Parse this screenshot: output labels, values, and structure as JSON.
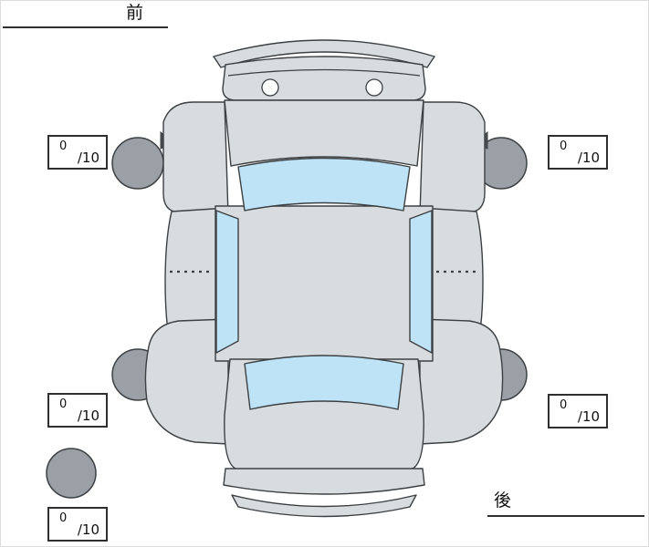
{
  "labels": {
    "front": "前",
    "rear": "後"
  },
  "scores": {
    "front_left": {
      "value": "0",
      "max": "/10"
    },
    "front_right": {
      "value": "0",
      "max": "/10"
    },
    "rear_left": {
      "value": "0",
      "max": "/10"
    },
    "rear_right": {
      "value": "0",
      "max": "/10"
    },
    "spare": {
      "value": "0",
      "max": "/10"
    }
  },
  "colors": {
    "body": "#d8dcdf",
    "glass": "#bfe3f6",
    "tire": "#9aa0a6",
    "outline": "#3c4043",
    "background": "#ffffff"
  }
}
